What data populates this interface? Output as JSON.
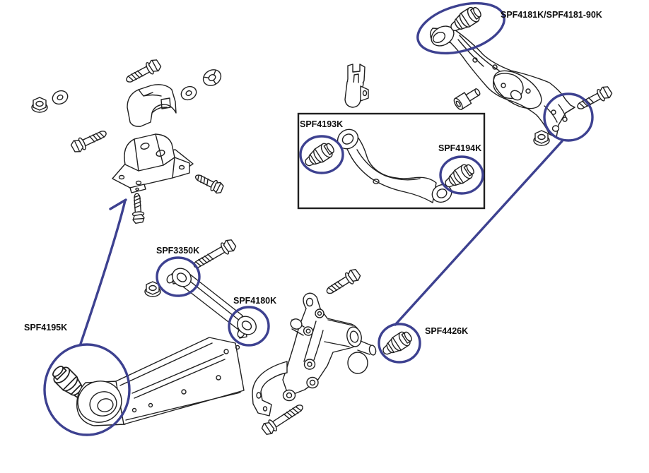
{
  "colors": {
    "highlight": "#3d4190",
    "line_art": "#202020",
    "label_text": "#0f0f0f",
    "background": "#ffffff"
  },
  "parts": [
    {
      "id": "spf4181k",
      "label": "SPF4181K/SPF4181-90K"
    },
    {
      "id": "spf4193k",
      "label": "SPF4193K"
    },
    {
      "id": "spf4194k",
      "label": "SPF4194K"
    },
    {
      "id": "spf3350k",
      "label": "SPF3350K"
    },
    {
      "id": "spf4180k",
      "label": "SPF4180K"
    },
    {
      "id": "spf4195k",
      "label": "SPF4195K"
    },
    {
      "id": "spf4426k",
      "label": "SPF4426K"
    }
  ]
}
